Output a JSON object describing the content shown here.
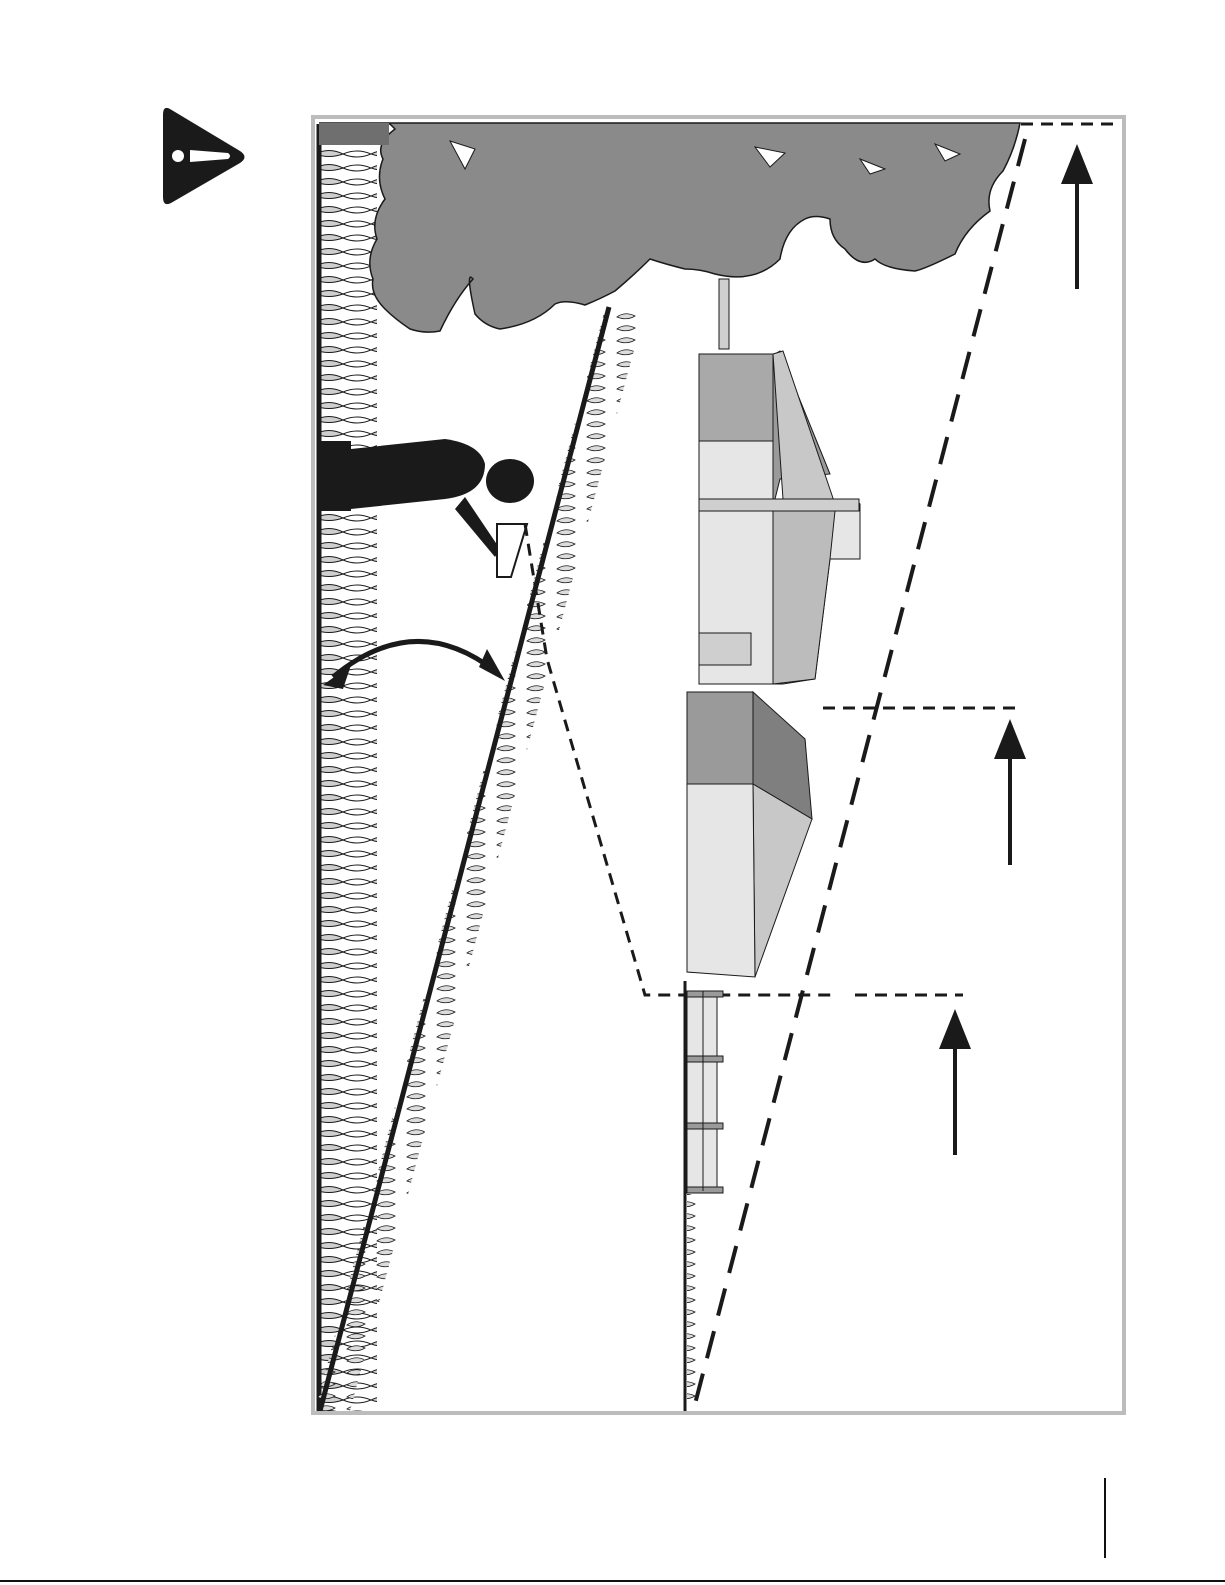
{
  "page": {
    "icons": {
      "warning": "warning-triangle-icon",
      "person": "person-silhouette-icon",
      "house": "house-icon",
      "tree": "tree-canopy-icon",
      "fence": "fence-icon",
      "clearance_arrow": "up-arrow-icon",
      "angle_arrow": "double-headed-arc-arrow-icon"
    },
    "colors": {
      "canopy": "#8a8a8a",
      "roof_dark": "#7f7f7f",
      "wall_light": "#e6e6e6",
      "frame": "#bcbcbc",
      "ink": "#1a1a1a"
    }
  },
  "diagram": {
    "orientation": "rotated-90",
    "clearance_markers": 3,
    "ground_lines": 2
  }
}
